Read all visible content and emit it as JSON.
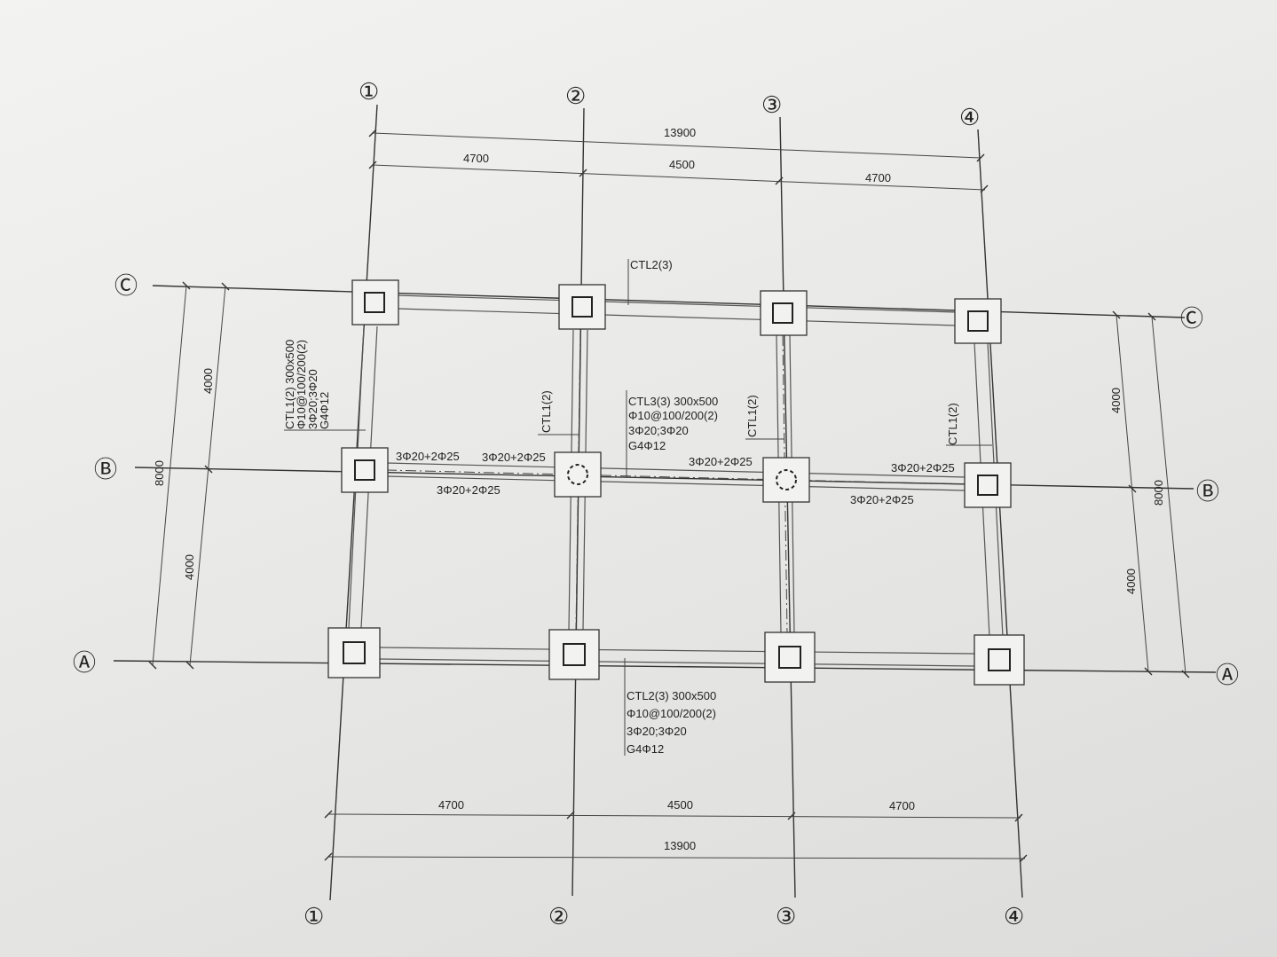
{
  "axes": {
    "numbered": [
      "①",
      "②",
      "③",
      "④"
    ],
    "lettered": [
      "Ⓐ",
      "Ⓑ",
      "Ⓒ"
    ]
  },
  "dimensions": {
    "top_total": "13900",
    "top_spans": [
      "4700",
      "4500",
      "4700"
    ],
    "bottom_spans": [
      "4700",
      "4500",
      "4700"
    ],
    "bottom_total": "13900",
    "left_spans": [
      "4000",
      "4000"
    ],
    "left_total": "8000",
    "right_spans": [
      "4000",
      "4000"
    ],
    "right_total": "8000"
  },
  "labels": {
    "ctl2_top": "CTL2(3)",
    "ctl1_left": [
      "CTL1(2) 300x500",
      "Φ10@100/200(2)",
      "3Φ20;3Φ20",
      "G4Φ12"
    ],
    "ctl1_mid1": "CTL1(2)",
    "ctl1_mid2": "CTL1(2)",
    "ctl1_right": "CTL1(2)",
    "ctl3": [
      "CTL3(3) 300x500",
      "Φ10@100/200(2)",
      "3Φ20;3Φ20",
      "G4Φ12"
    ],
    "ctl2_bottom": [
      "CTL2(3) 300x500",
      "Φ10@100/200(2)",
      "3Φ20;3Φ20",
      "G4Φ12"
    ]
  },
  "rebar": {
    "b_top_1": "3Φ20+2Φ25",
    "b_top_2": "3Φ20+2Φ25",
    "b_top_3": "3Φ20+2Φ25",
    "b_top_4": "3Φ20+2Φ25",
    "b_bottom_1": "3Φ20+2Φ25",
    "b_bottom_2": "3Φ20+2Φ25"
  }
}
